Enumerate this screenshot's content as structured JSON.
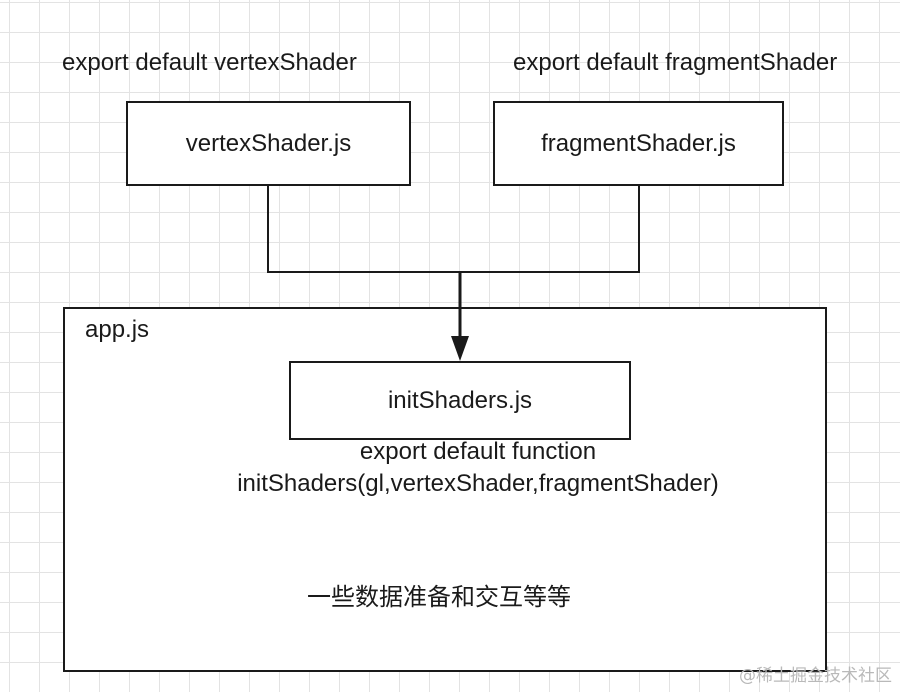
{
  "top_left": {
    "caption": "export default vertexShader",
    "box_label": "vertexShader.js"
  },
  "top_right": {
    "caption": "export default fragmentShader",
    "box_label": "fragmentShader.js"
  },
  "app": {
    "title": "app.js",
    "init_box_label": "initShaders.js",
    "export_line1": "export default function",
    "export_line2": "initShaders(gl,vertexShader,fragmentShader)",
    "note": "一些数据准备和交互等等"
  },
  "watermark": "@稀土掘金技术社区",
  "colors": {
    "stroke": "#1a1a1a",
    "grid": "#e3e3e3",
    "background": "#ffffff"
  }
}
